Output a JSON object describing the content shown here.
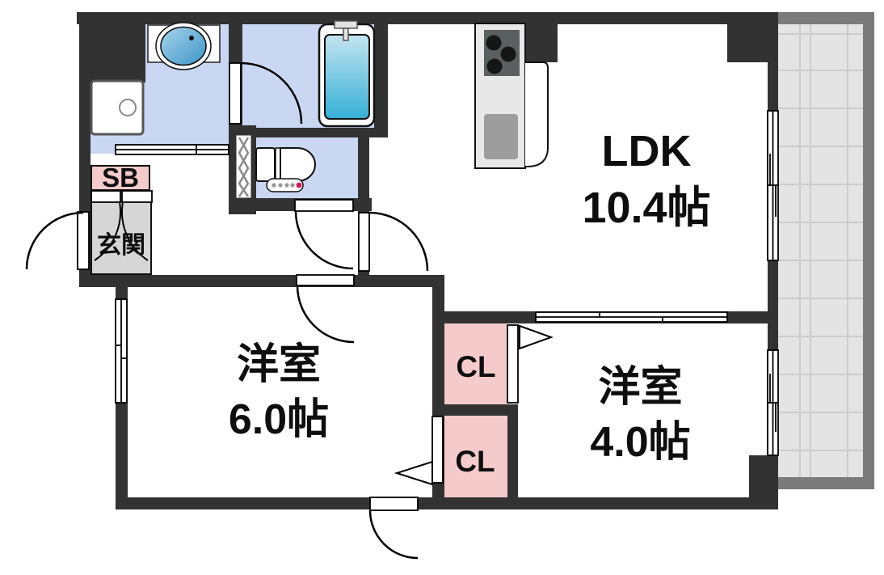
{
  "floorplan": {
    "rooms": {
      "ldk": {
        "name": "LDK",
        "size": "10.4帖"
      },
      "western_room_6": {
        "name": "洋室",
        "size": "6.0帖"
      },
      "western_room_4": {
        "name": "洋室",
        "size": "4.0帖"
      },
      "closet_upper": {
        "label": "CL"
      },
      "closet_lower": {
        "label": "CL"
      },
      "shoe_box": {
        "label": "SB"
      },
      "entrance": {
        "label": "玄関"
      }
    },
    "colors": {
      "wall": "#323232",
      "wet_area_floor": "#c9d7f3",
      "closet_fill": "#f5caca",
      "entrance_floor": "#d6d6d6",
      "balcony_floor": "#e4e4e4",
      "balcony_rail": "#7b7b7b",
      "bathtub_water": "#35b0d6",
      "washbasin_water": "#3d95c8",
      "toilet_button_accent": "#d6145f"
    },
    "fixture_icons": [
      "bathtub-icon",
      "washbasin-icon",
      "washing-machine-pan-icon",
      "toilet-icon",
      "kitchen-stove-icon",
      "kitchen-sink-icon",
      "accordion-door-icon",
      "door-swing-icon",
      "sliding-window-icon",
      "balcony-tiles-icon"
    ]
  }
}
